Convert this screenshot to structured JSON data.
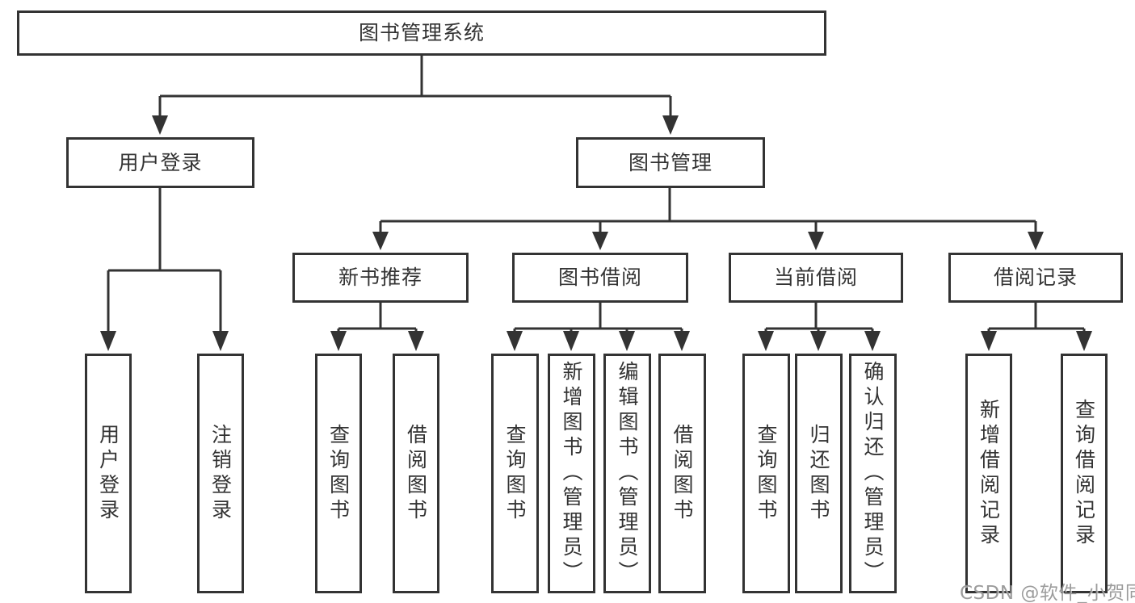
{
  "diagram": {
    "title": "图书管理系统",
    "branches": [
      {
        "label": "用户登录",
        "leaves": [
          {
            "label": "用户登录"
          },
          {
            "label": "注销登录"
          }
        ]
      },
      {
        "label": "图书管理",
        "children": [
          {
            "label": "新书推荐",
            "leaves": [
              {
                "label": "查询图书"
              },
              {
                "label": "借阅图书"
              }
            ]
          },
          {
            "label": "图书借阅",
            "leaves": [
              {
                "label": "查询图书"
              },
              {
                "label": "新增图书（管理员）"
              },
              {
                "label": "编辑图书（管理员）"
              },
              {
                "label": "借阅图书"
              }
            ]
          },
          {
            "label": "当前借阅",
            "leaves": [
              {
                "label": "查询图书"
              },
              {
                "label": "归还图书"
              },
              {
                "label": "确认归还（管理员）"
              }
            ]
          },
          {
            "label": "借阅记录",
            "leaves": [
              {
                "label": "新增借阅记录"
              },
              {
                "label": "查询借阅记录"
              }
            ]
          }
        ]
      }
    ]
  },
  "watermark": {
    "text": "CSDN @软件_小贺同学"
  },
  "colors": {
    "line": "#333333",
    "text": "#333333",
    "box_background": "#ffffff",
    "watermark": "#919191",
    "background": "#ffffff"
  }
}
